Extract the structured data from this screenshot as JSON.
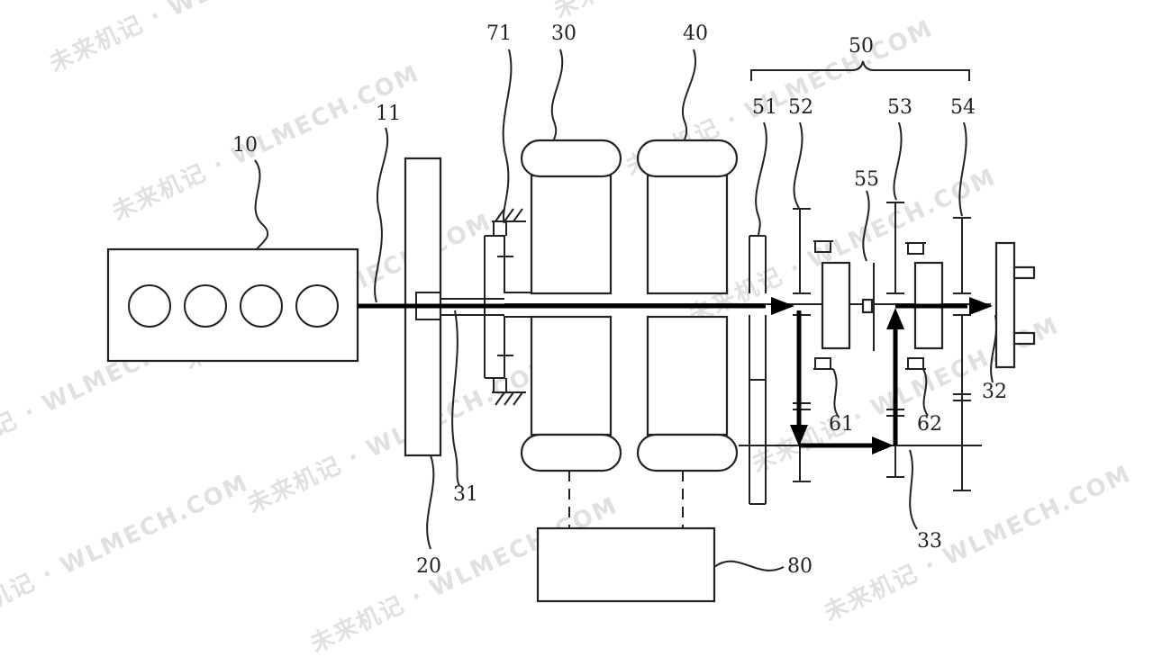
{
  "labels": {
    "engine": "10",
    "input_shaft": "11",
    "damper": "20",
    "motor_30": "30",
    "motor_40": "40",
    "shaft_31": "31",
    "shaft_32": "32",
    "shaft_33": "33",
    "transmission": "50",
    "gear_51": "51",
    "gear_52": "52",
    "gear_53": "53",
    "gear_54": "54",
    "gear_55": "55",
    "clutch_61": "61",
    "clutch_62": "62",
    "brake_71": "71",
    "controller": "80"
  },
  "watermark": {
    "text": "未来机记 · WLMECH.COM"
  }
}
